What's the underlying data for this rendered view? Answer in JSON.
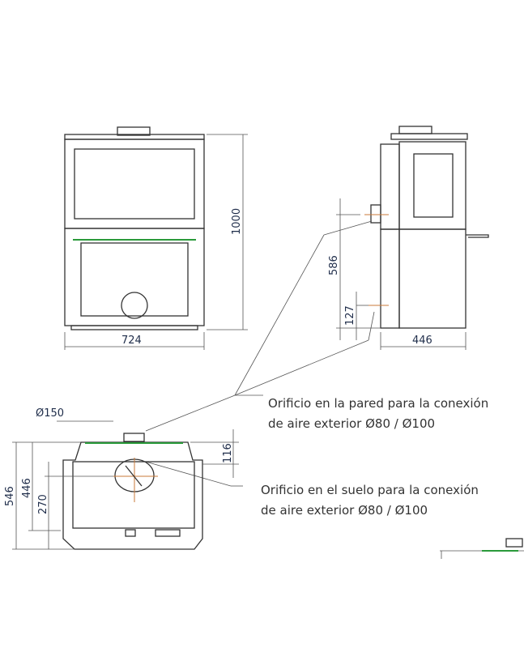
{
  "dimensions": {
    "front_width": "724",
    "height": "1000",
    "side_depth": "446",
    "wall_hole_height": "586",
    "floor_hole_height": "127",
    "flue_diameter": "Ø150",
    "plan_depth_total": "546",
    "plan_depth_inner": "446",
    "plan_hole_offset": "270",
    "plan_top_offset": "116"
  },
  "notes": {
    "wall_line1": "Orificio en la pared para la conexión",
    "wall_line2": "de aire exterior Ø80 / Ø100",
    "floor_line1": "Orificio en el suelo para la conexión",
    "floor_line2": "de aire exterior Ø80 / Ø100"
  }
}
